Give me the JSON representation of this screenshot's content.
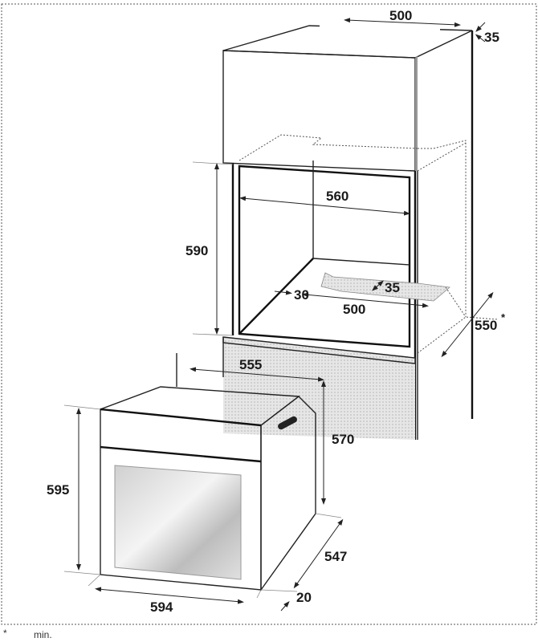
{
  "dimensions": {
    "niche_top_width": "500",
    "niche_top_gap": "35",
    "niche_width": "560",
    "niche_height": "590",
    "floor_gap_depth": "35",
    "floor_gap_offset": "30",
    "floor_gap_width": "500",
    "niche_depth": "550",
    "niche_depth_mark": "*",
    "oven_body_width": "555",
    "oven_body_height": "570",
    "oven_front_height": "595",
    "oven_body_depth": "547",
    "oven_front_width": "594",
    "oven_front_thickness": "20"
  },
  "footnote": {
    "mark": "*",
    "text": "min."
  }
}
